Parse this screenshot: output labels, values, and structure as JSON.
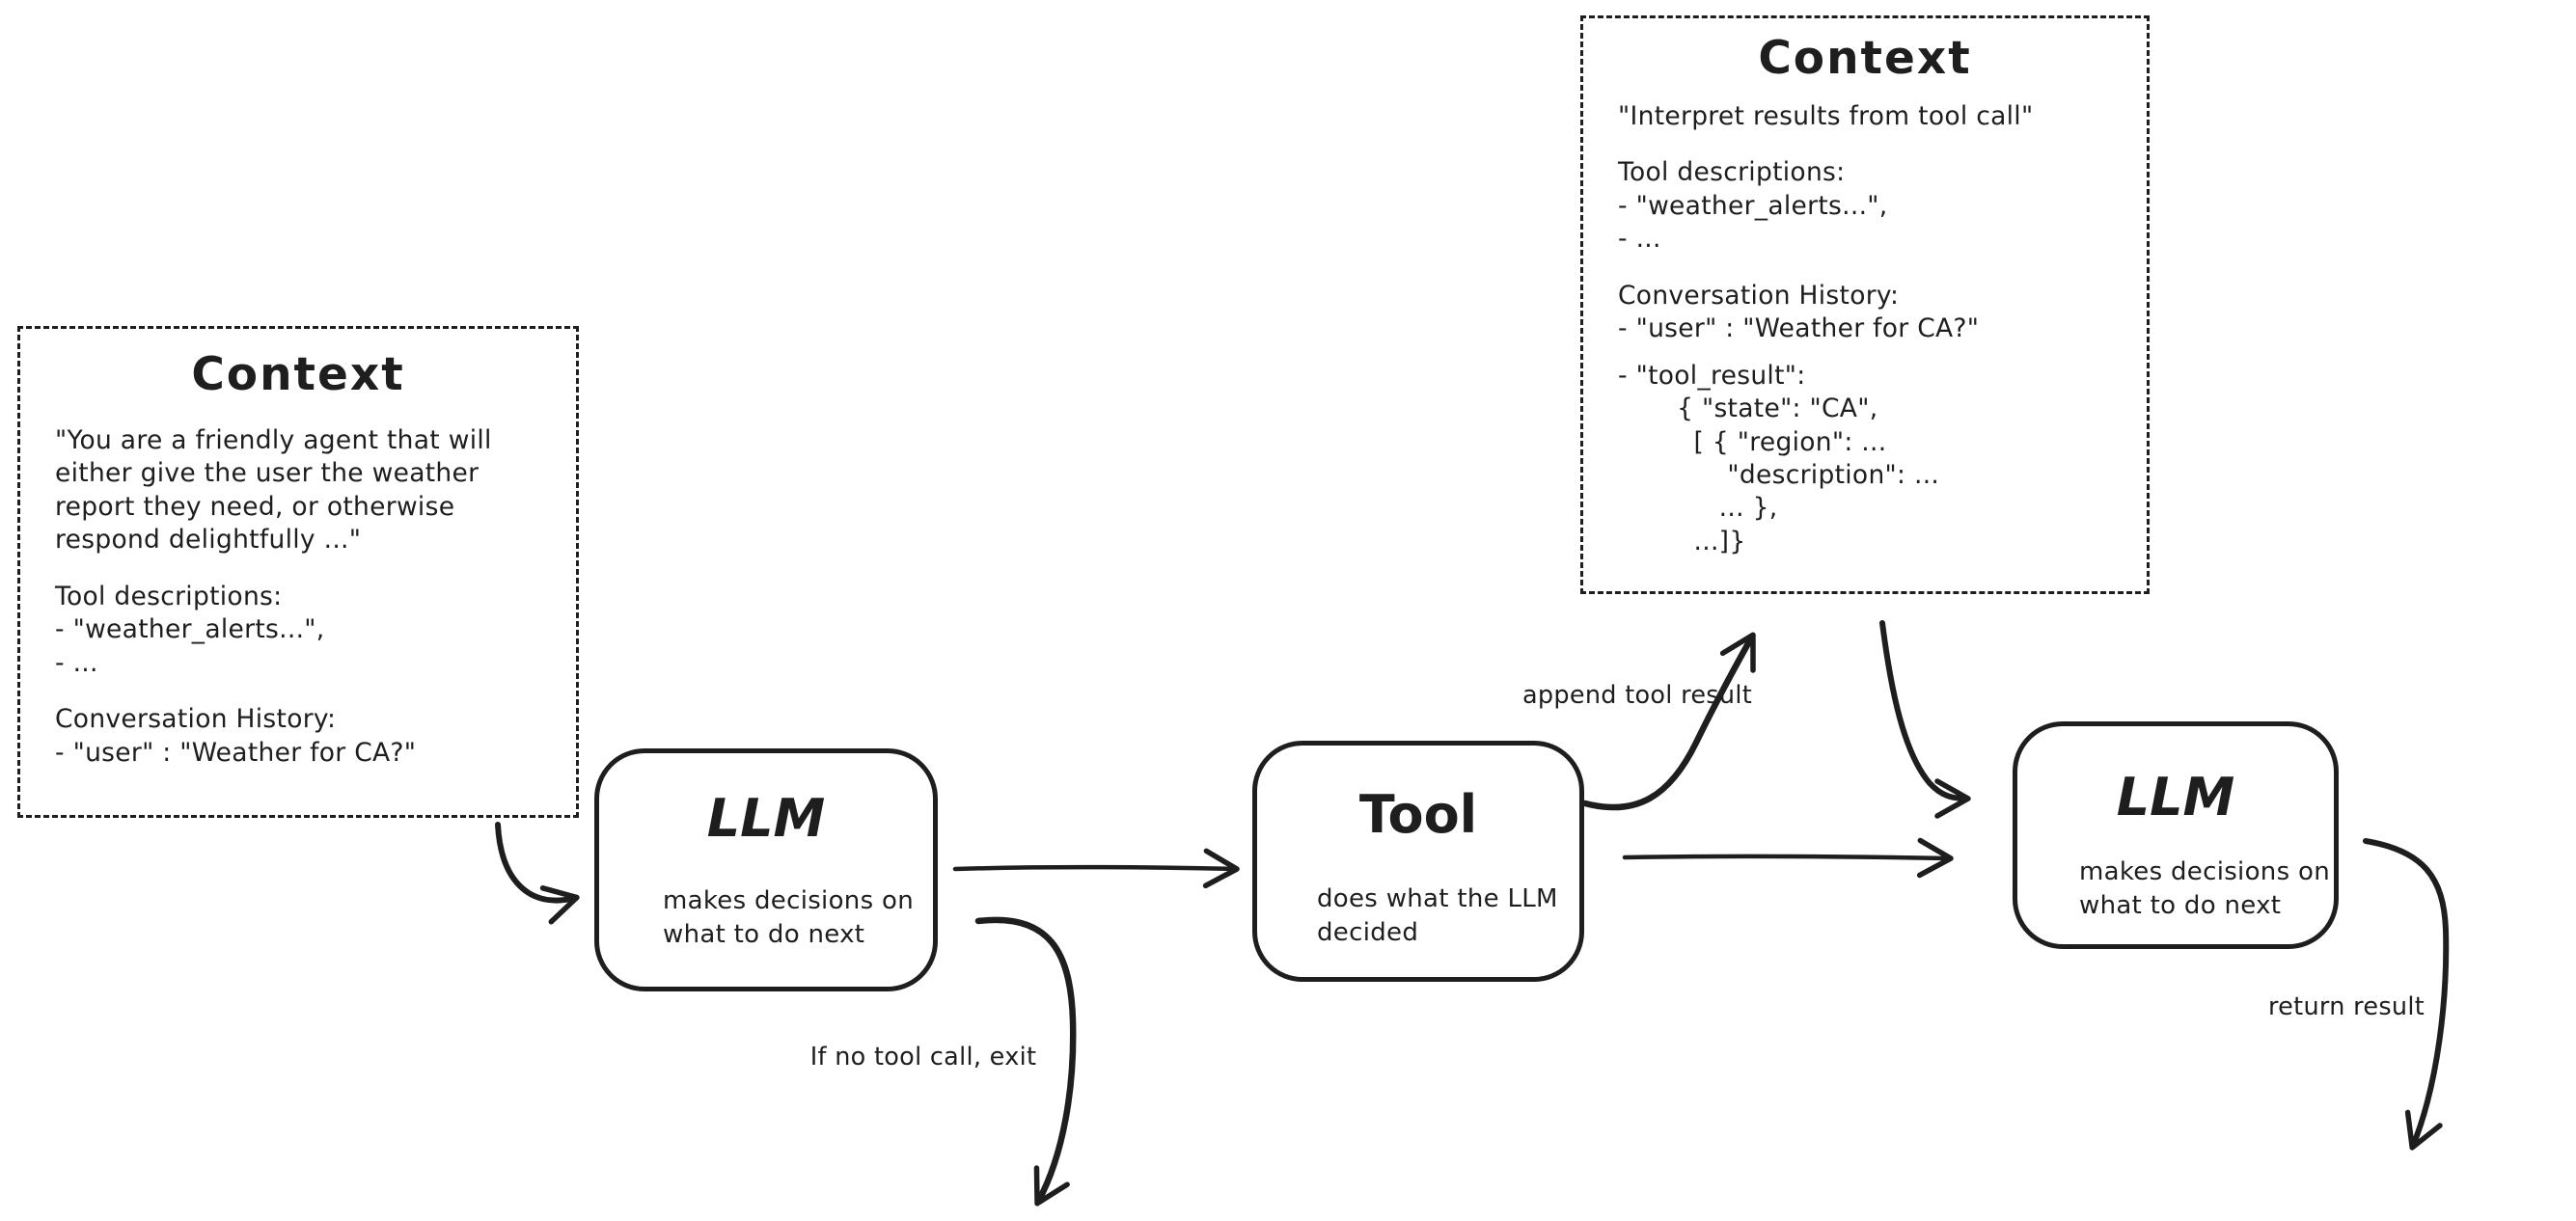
{
  "colors": {
    "background": "#ffffff",
    "ink": "#1e1e1e"
  },
  "nodes": {
    "context_left": {
      "title": "Context",
      "system_prompt": "\"You are a friendly agent that will\neither give the user the weather\nreport they need, or otherwise\nrespond delightfully ...\"",
      "tool_descriptions": "Tool descriptions:\n- \"weather_alerts...\",\n- ...",
      "conversation_history": "Conversation History:\n- \"user\" : \"Weather for CA?\""
    },
    "llm_first": {
      "title": "LLM",
      "description": "makes decisions on\nwhat to do next"
    },
    "tool": {
      "title": "Tool",
      "description": "does what the LLM\ndecided"
    },
    "context_right": {
      "title": "Context",
      "system_prompt": "\"Interpret results from tool call\"",
      "tool_descriptions": "Tool descriptions:\n- \"weather_alerts...\",\n- ...",
      "conversation_history": "Conversation History:\n- \"user\" : \"Weather for CA?\"",
      "tool_result": "- \"tool_result\":\n       { \"state\": \"CA\",\n         [ { \"region\": ...\n             \"description\": ...\n            ... },\n         ...]}"
    },
    "llm_second": {
      "title": "LLM",
      "description": "makes decisions on\nwhat to do next"
    }
  },
  "edge_labels": {
    "append_tool_result": "append tool result",
    "if_no_tool_call_exit": "If no tool call, exit",
    "return_result": "return result"
  }
}
